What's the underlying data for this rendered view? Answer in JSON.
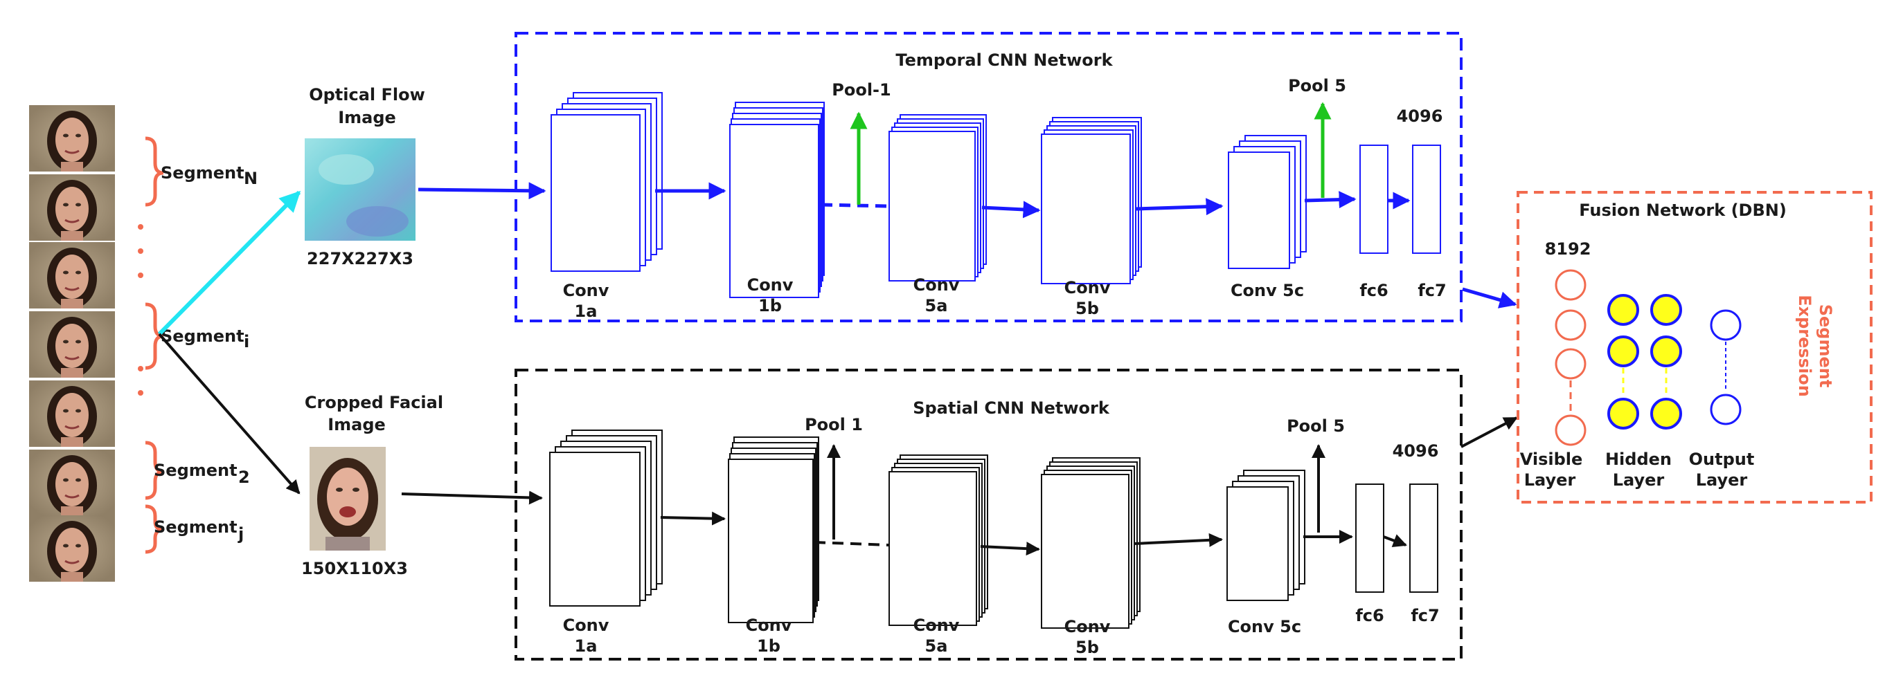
{
  "segments": {
    "top": {
      "name": "Segment",
      "sub": "N"
    },
    "mid": {
      "name": "Segment",
      "sub": "i"
    },
    "lower": {
      "name": "Segment",
      "sub": "2"
    },
    "bottom": {
      "name": "Segment",
      "sub": "j"
    }
  },
  "optical_flow": {
    "title_line1": "Optical Flow",
    "title_line2": "Image",
    "size": "227X227X3"
  },
  "cropped_face": {
    "title_line1": "Cropped Facial",
    "title_line2": "Image",
    "size": "150X110X3"
  },
  "temporal": {
    "title": "Temporal CNN Network",
    "pool1": "Pool-1",
    "pool5": "Pool 5",
    "fc_size": "4096",
    "conv1a": [
      "Conv",
      "1a"
    ],
    "conv1b": [
      "Conv",
      "1b"
    ],
    "conv5a": [
      "Conv",
      "5a"
    ],
    "conv5b": [
      "Conv",
      "5b"
    ],
    "conv5c": "Conv 5c",
    "fc6": "fc6",
    "fc7": "fc7"
  },
  "spatial": {
    "title": "Spatial CNN Network",
    "pool1": "Pool 1",
    "pool5": "Pool 5",
    "fc_size": "4096",
    "conv1a": [
      "Conv",
      "1a"
    ],
    "conv1b": [
      "Conv",
      "1b"
    ],
    "conv5a": [
      "Conv",
      "5a"
    ],
    "conv5b": [
      "Conv",
      "5b"
    ],
    "conv5c": "Conv 5c",
    "fc6": "fc6",
    "fc7": "fc7"
  },
  "fusion": {
    "title": "Fusion Network  (DBN)",
    "size": "8192",
    "visible": [
      "Visible",
      "Layer"
    ],
    "hidden": [
      "Hidden",
      "Layer"
    ],
    "output": [
      "Output",
      "Layer"
    ],
    "side_label": [
      "Segment",
      "Expression"
    ]
  },
  "colors": {
    "temporal": "#1a1aff",
    "spatial": "#111111",
    "fusion": "#f26b4f",
    "optical_arrow": "#22e5f2",
    "pool_arrow": "#1ec51e",
    "neuron_fill": "#ffff1a"
  }
}
